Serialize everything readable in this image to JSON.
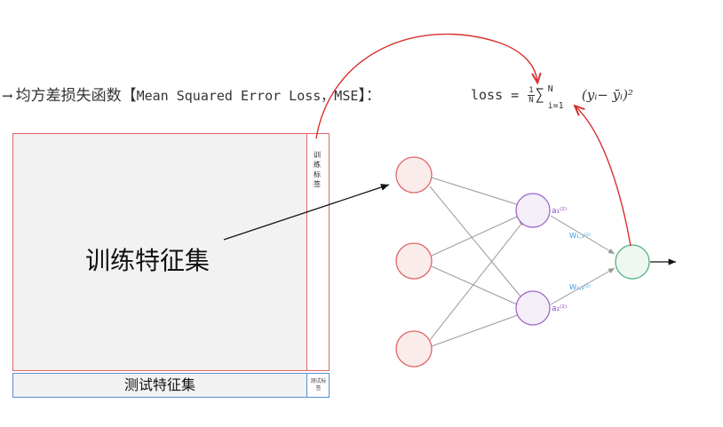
{
  "heading": {
    "arrow": "→",
    "text_cn": "均方差损失函数【",
    "text_en": "Mean Squared Error Loss，MSE",
    "text_end": "】："
  },
  "formula": {
    "prefix": "loss =",
    "frac_num": "1",
    "frac_den": "N",
    "sum": "∑",
    "sum_sup": "N",
    "sum_sub": "i=1",
    "term": "(yᵢ− ȳᵢ)²"
  },
  "dataset": {
    "train_features_label": "训练特征集",
    "train_target_label": "训练标签",
    "test_features_label": "测试特征集",
    "test_target_label": "测试标签"
  },
  "network": {
    "hidden_nodes": [
      "a₁⁽²⁾",
      "a₂⁽²⁾"
    ],
    "weights": [
      "W₁,₁⁽²⁾",
      "W₁,₂⁽²⁾"
    ]
  },
  "colors": {
    "input_node": "#e06666",
    "hidden_node": "#a066c8",
    "output_node": "#55b080",
    "weight_text": "#3aa0d8",
    "hidden_label": "#9050c0",
    "annotation_arrow": "#d83030",
    "train_border": "#e06666",
    "test_border": "#5b8dd6"
  }
}
